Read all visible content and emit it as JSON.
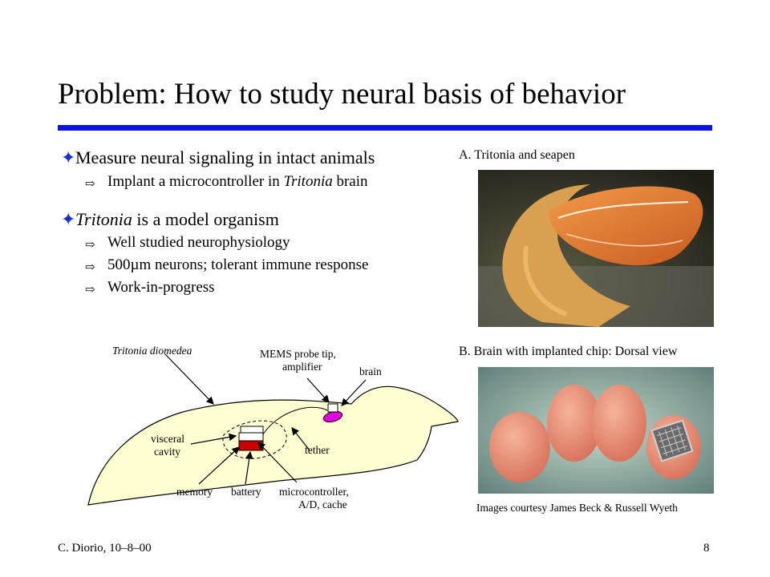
{
  "slide": {
    "title": "Problem: How to study neural basis of behavior",
    "bullets": [
      {
        "text": "Measure neural signaling in intact animals",
        "sub": [
          {
            "pre": "Implant a microcontroller in ",
            "em": "Tritonia",
            "post": " brain"
          }
        ]
      },
      {
        "em": "Tritonia",
        "text": " is a model organism",
        "sub": [
          {
            "text": "Well studied neurophysiology"
          },
          {
            "text": "500µm neurons; tolerant immune response"
          },
          {
            "text": "Work-in-progress"
          }
        ]
      }
    ],
    "figure_a_caption": "A. Tritonia and seapen",
    "figure_b_caption": "B. Brain with implanted chip: Dorsal view",
    "images_credit": "Images courtesy James Beck & Russell Wyeth",
    "diagram": {
      "species": "Tritonia diomedea",
      "probe_line1": "MEMS probe tip,",
      "probe_line2": "amplifier",
      "brain": "brain",
      "visceral_line1": "visceral",
      "visceral_line2": "cavity",
      "tether": "tether",
      "memory": "memory",
      "battery": "battery",
      "micro_line1": "microcontroller,",
      "micro_line2": "A/D, cache"
    },
    "footer_left": "C. Diorio, 10–8–00",
    "page_number": "8",
    "colors": {
      "accent_blue": "#0a14e6",
      "slug_body": "#ffffd2",
      "brain": "#e000e0",
      "battery": "#cc0000"
    }
  }
}
